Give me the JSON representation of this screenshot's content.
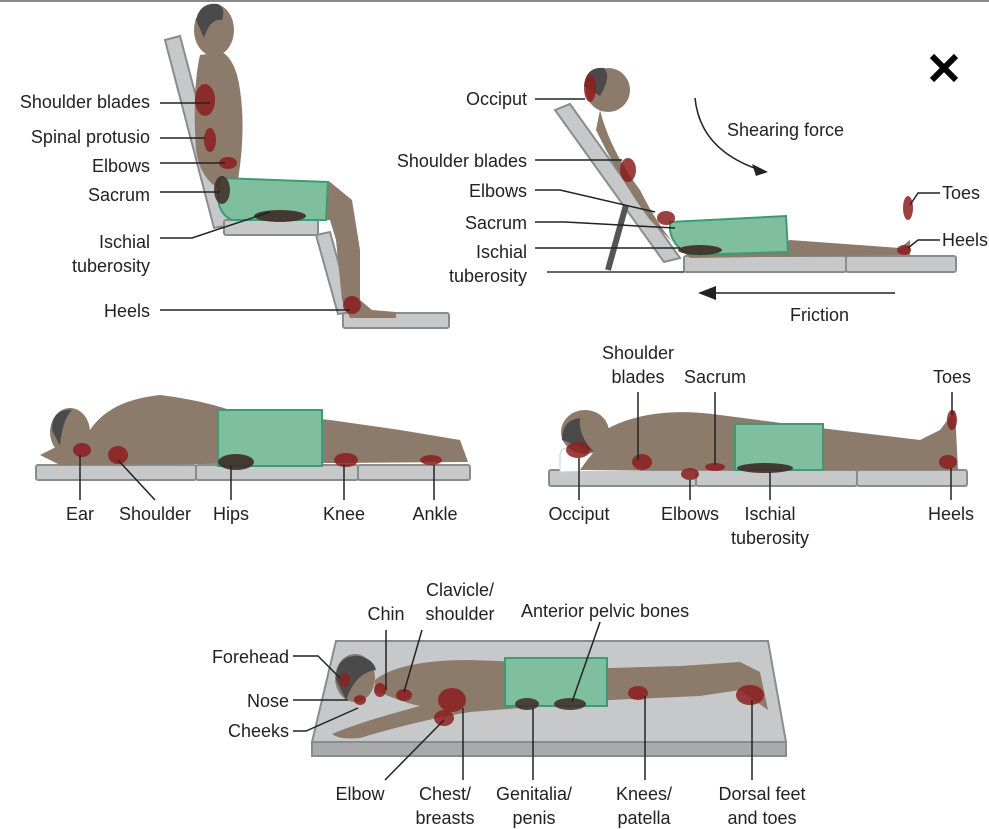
{
  "window": {
    "close_icon": "close-x-icon"
  },
  "colors": {
    "skin": "#8c7a6b",
    "skin_dark": "#6e5d50",
    "hair": "#4a4a4a",
    "gown": "#7fbf9f",
    "gown_edge": "#3e9a72",
    "pressure": "#8b1e1e",
    "surface": "#c7c8ca",
    "surface_edge": "#8a8b8d",
    "text": "#222222"
  },
  "sitting": {
    "labels": [
      "Shoulder blades",
      "Spinal protusio",
      "Elbows",
      "Sacrum",
      "Ischial",
      "tuberosity",
      "Heels"
    ]
  },
  "semi_fowler": {
    "labels": [
      "Occiput",
      "Shoulder blades",
      "Elbows",
      "Sacrum",
      "Ischial",
      "tuberosity",
      "Toes",
      "Heels"
    ],
    "shear_label": "Shearing force",
    "friction_label": "Friction"
  },
  "side_lying": {
    "labels": [
      "Ear",
      "Shoulder",
      "Hips",
      "Knee",
      "Ankle"
    ]
  },
  "supine": {
    "labels": [
      "Shoulder",
      "blades",
      "Sacrum",
      "Toes",
      "Occiput",
      "Elbows",
      "Ischial",
      "tuberosity",
      "Heels"
    ]
  },
  "prone": {
    "labels": [
      "Clavicle/",
      "shoulder",
      "Chin",
      "Anterior pelvic bones",
      "Forehead",
      "Nose",
      "Cheeks",
      "Elbow",
      "Chest/",
      "breasts",
      "Genitalia/",
      "penis",
      "Knees/",
      "patella",
      "Dorsal feet",
      "and toes"
    ]
  }
}
